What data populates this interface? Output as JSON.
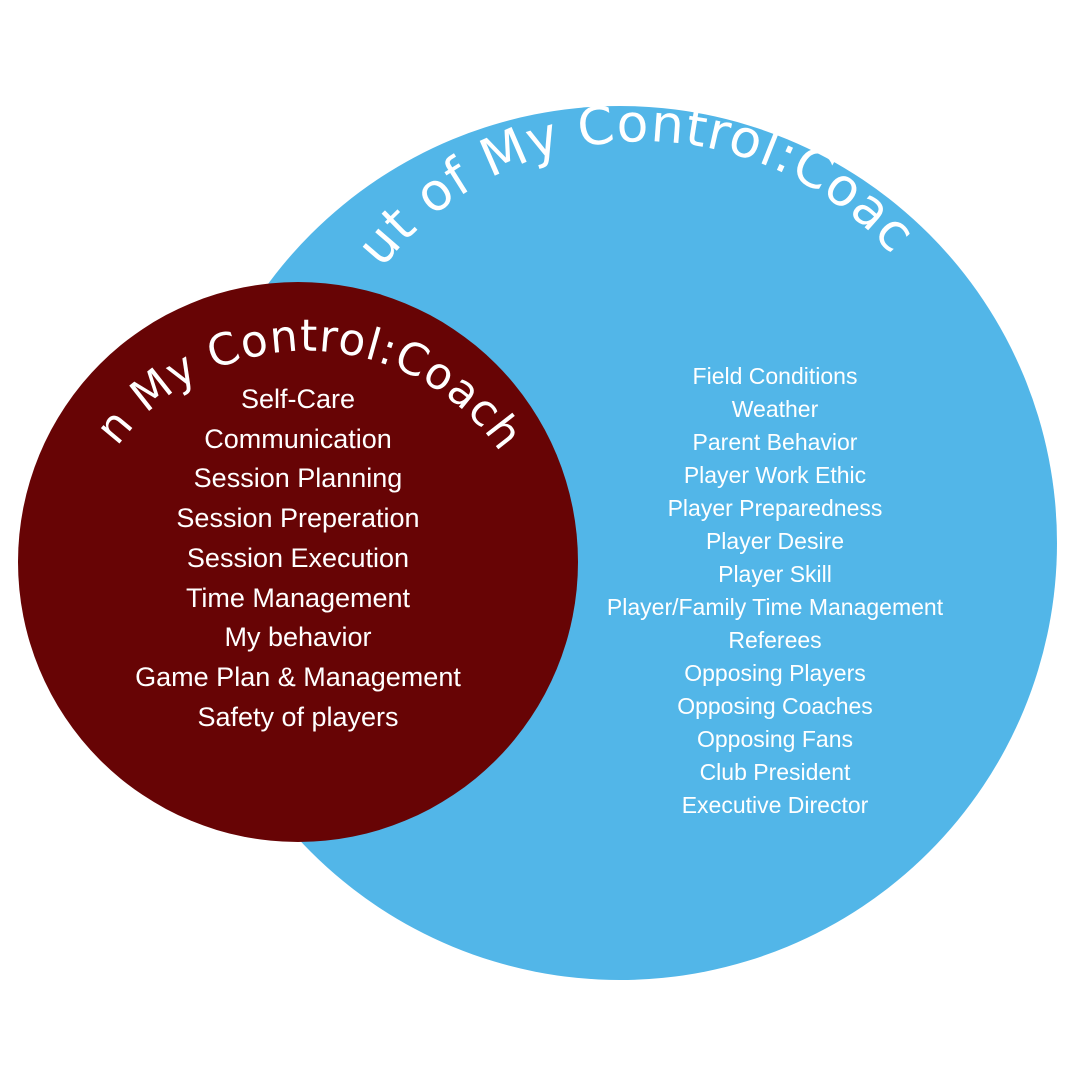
{
  "colors": {
    "outer_circle": "#52b6e8",
    "inner_circle": "#670405",
    "text": "#ffffff",
    "background": "#ffffff"
  },
  "outer": {
    "title": "Out of My Control:Coach",
    "items": [
      "Field Conditions",
      "Weather",
      "Parent Behavior",
      "Player Work Ethic",
      "Player Preparedness",
      "Player Desire",
      "Player Skill",
      "Player/Family Time Management",
      "Referees",
      "Opposing Players",
      "Opposing Coaches",
      "Opposing Fans",
      "Club President",
      "Executive Director"
    ]
  },
  "inner": {
    "title": "In My Control:Coach",
    "items": [
      "Self-Care",
      "Communication",
      "Session Planning",
      "Session Preperation",
      "Session Execution",
      "Time Management",
      "My behavior",
      "Game Plan & Management",
      "Safety of players"
    ]
  }
}
